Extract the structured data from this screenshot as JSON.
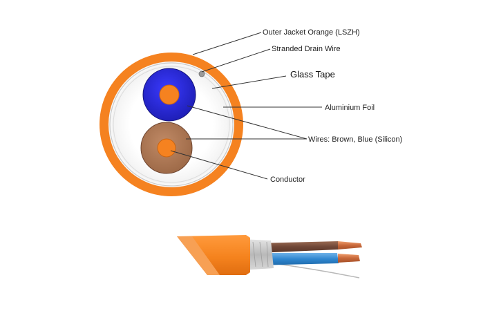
{
  "labels": {
    "outer_jacket": "Outer Jacket Orange (LSZH)",
    "drain_wire": "Stranded Drain Wire",
    "glass_tape": "Glass Tape",
    "aluminium_foil": "Aluminium Foil",
    "wires": "Wires: Brown, Blue (Silicon)",
    "conductor": "Conductor"
  },
  "colors": {
    "jacket": "#f58220",
    "jacket_shadow": "#e8741a",
    "glass_tape": "#ffffff",
    "foil": "#cfcfcf",
    "blue_insulation": "#2b2bd6",
    "brown_insulation": "#b27a57",
    "conductor": "#f58220",
    "copper": "#c8703a",
    "leader": "#333333"
  }
}
